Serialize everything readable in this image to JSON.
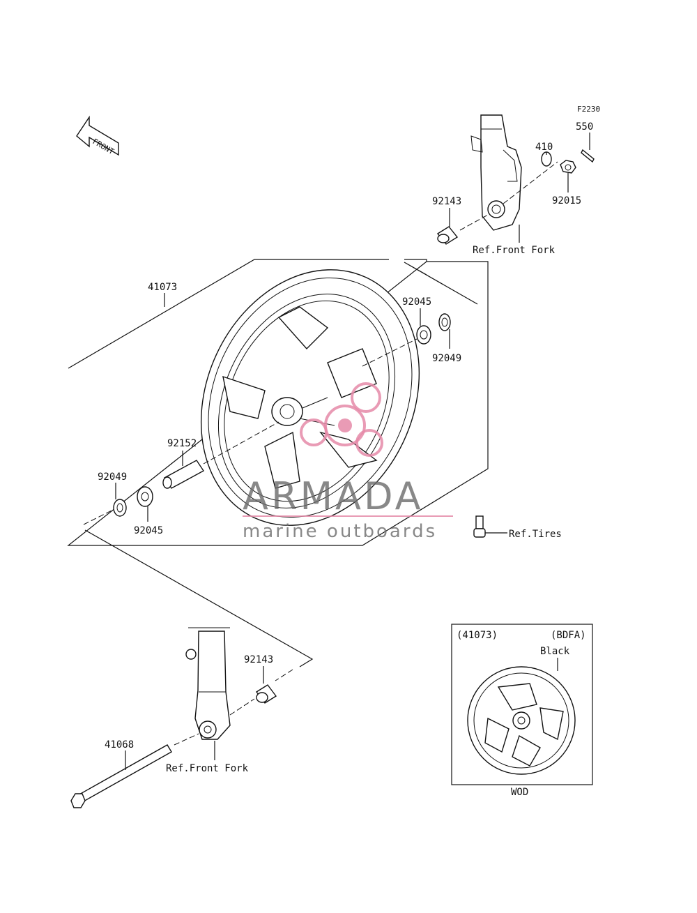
{
  "diagram": {
    "code": "F2230",
    "front_label": "FRONT",
    "parts": {
      "p550": "550",
      "p410": "410",
      "p92015": "92015",
      "p92143_top": "92143",
      "ref_front_fork_top": "Ref.Front Fork",
      "p41073": "41073",
      "p92045_top": "92045",
      "p92049_top": "92049",
      "p92152": "92152",
      "p92049_left": "92049",
      "p92045_left": "92045",
      "ref_tires": "Ref.Tires",
      "p92143_bottom": "92143",
      "p41068": "41068",
      "ref_front_fork_bottom": "Ref.Front Fork"
    },
    "inset": {
      "part_no": "(41073)",
      "code": "(BDFA)",
      "color": "Black",
      "footer": "WOD"
    }
  },
  "watermark": {
    "name": "ARMADA",
    "tagline": "marine outboards",
    "accent_color": "#e58aa8"
  }
}
